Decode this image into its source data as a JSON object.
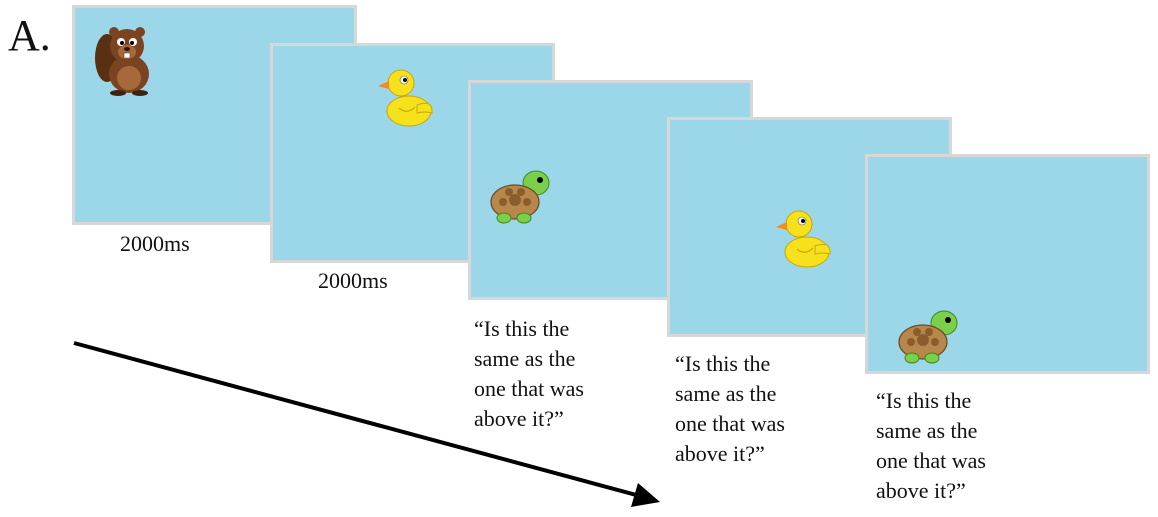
{
  "figure": {
    "panel_label": "A.",
    "screens": [
      {
        "stimulus": "beaver",
        "caption": "2000ms"
      },
      {
        "stimulus": "duck",
        "caption": "2000ms"
      },
      {
        "stimulus": "turtle",
        "prompt_lines": [
          "“Is this the",
          "same as the",
          "one that was",
          "above it?”"
        ]
      },
      {
        "stimulus": "duck",
        "prompt_lines": [
          "“Is this the",
          "same as the",
          "one that was",
          "above it?”"
        ]
      },
      {
        "stimulus": "turtle",
        "prompt_lines": [
          "“Is this the",
          "same as the",
          "one that was",
          "above it?”"
        ]
      }
    ],
    "time_arrow_icon": "arrow-icon",
    "colors": {
      "screen_background": "#9bd7e8",
      "screen_border": "#d7d7d7"
    }
  }
}
